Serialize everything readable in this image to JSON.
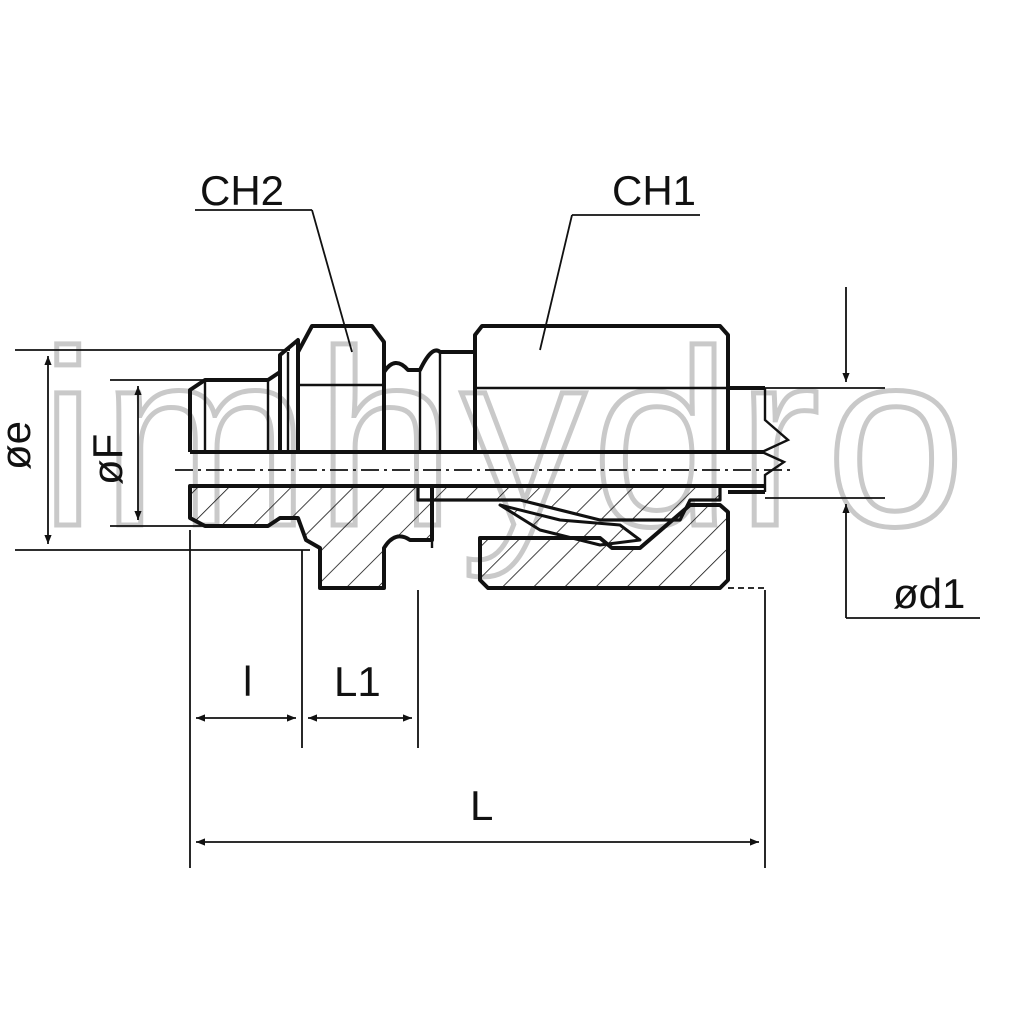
{
  "watermark": {
    "text": "imhydro"
  },
  "labels": {
    "ch2": "CH2",
    "ch1": "CH1",
    "diameter_e": "øe",
    "diameter_f": "øF",
    "diameter_d1": "ød1",
    "length_l_small": "l",
    "length_l1": "L1",
    "length_total": "L"
  },
  "colors": {
    "line": "#111111",
    "watermark": "#c9c9c9",
    "background": "#ffffff"
  }
}
